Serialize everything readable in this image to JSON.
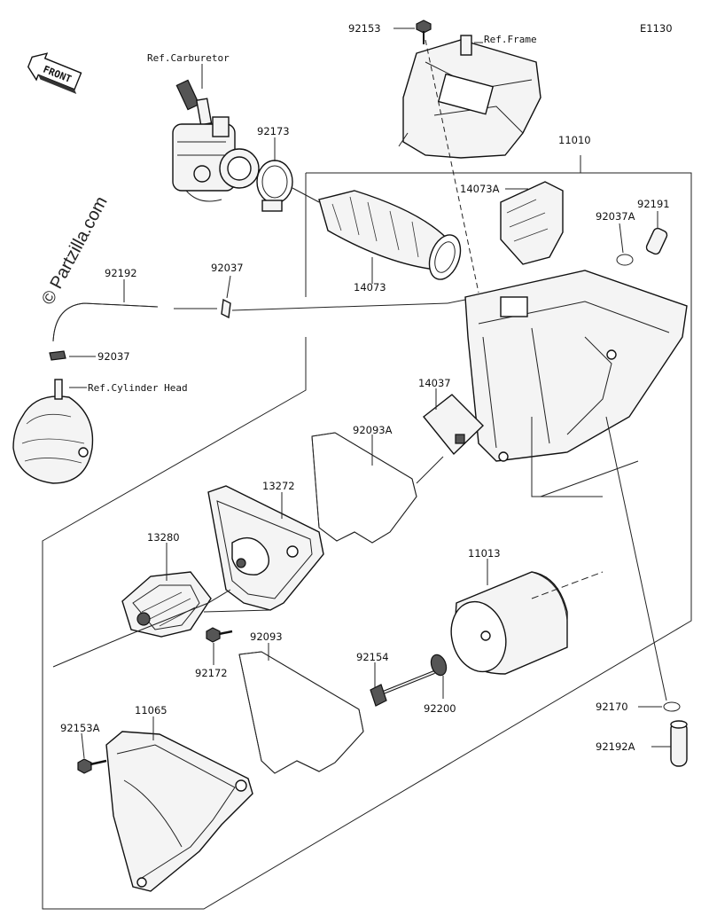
{
  "diagram_code": "E1130",
  "watermark": "© Partzilla.com",
  "front_label": "FRONT",
  "refs": {
    "carburetor": "Ref.Carburetor",
    "frame": "Ref.Frame",
    "cylinder_head": "Ref.Cylinder Head"
  },
  "parts": {
    "p92153": "92153",
    "p92173": "92173",
    "p11010": "11010",
    "p14073A": "14073A",
    "p92037A": "92037A",
    "p92191": "92191",
    "p14073": "14073",
    "p92192": "92192",
    "p92037_top": "92037",
    "p92037_low": "92037",
    "p14037": "14037",
    "p92093A": "92093A",
    "p13272": "13272",
    "p13280": "13280",
    "p11013": "11013",
    "p92172": "92172",
    "p92093": "92093",
    "p92154": "92154",
    "p92200": "92200",
    "p11065": "11065",
    "p92153A": "92153A",
    "p92170": "92170",
    "p92192A": "92192A"
  }
}
